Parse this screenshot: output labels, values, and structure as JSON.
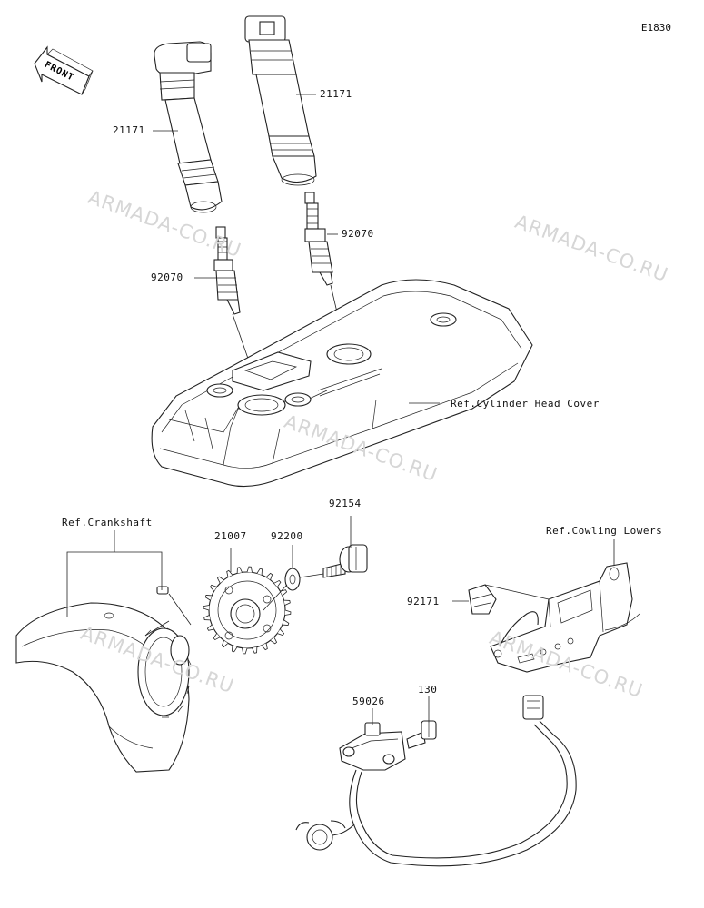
{
  "diagram": {
    "code": "E1830",
    "front_indicator": "FRONT",
    "watermark_text": "ARMADA-CO.RU",
    "parts": [
      {
        "id": "ignition-coil-left",
        "number": "21171"
      },
      {
        "id": "ignition-coil-right",
        "number": "21171"
      },
      {
        "id": "spark-plug-left",
        "number": "92070"
      },
      {
        "id": "spark-plug-right",
        "number": "92070"
      },
      {
        "id": "bolt",
        "number": "92154"
      },
      {
        "id": "washer",
        "number": "92200"
      },
      {
        "id": "rotor",
        "number": "21007"
      },
      {
        "id": "grommet",
        "number": "92171"
      },
      {
        "id": "pickup-coil",
        "number": "59026"
      },
      {
        "id": "screw",
        "number": "130"
      }
    ],
    "references": [
      {
        "id": "cylinder-head-cover",
        "label": "Ref.Cylinder Head Cover"
      },
      {
        "id": "crankshaft",
        "label": "Ref.Crankshaft"
      },
      {
        "id": "cowling-lowers",
        "label": "Ref.Cowling Lowers"
      }
    ]
  }
}
